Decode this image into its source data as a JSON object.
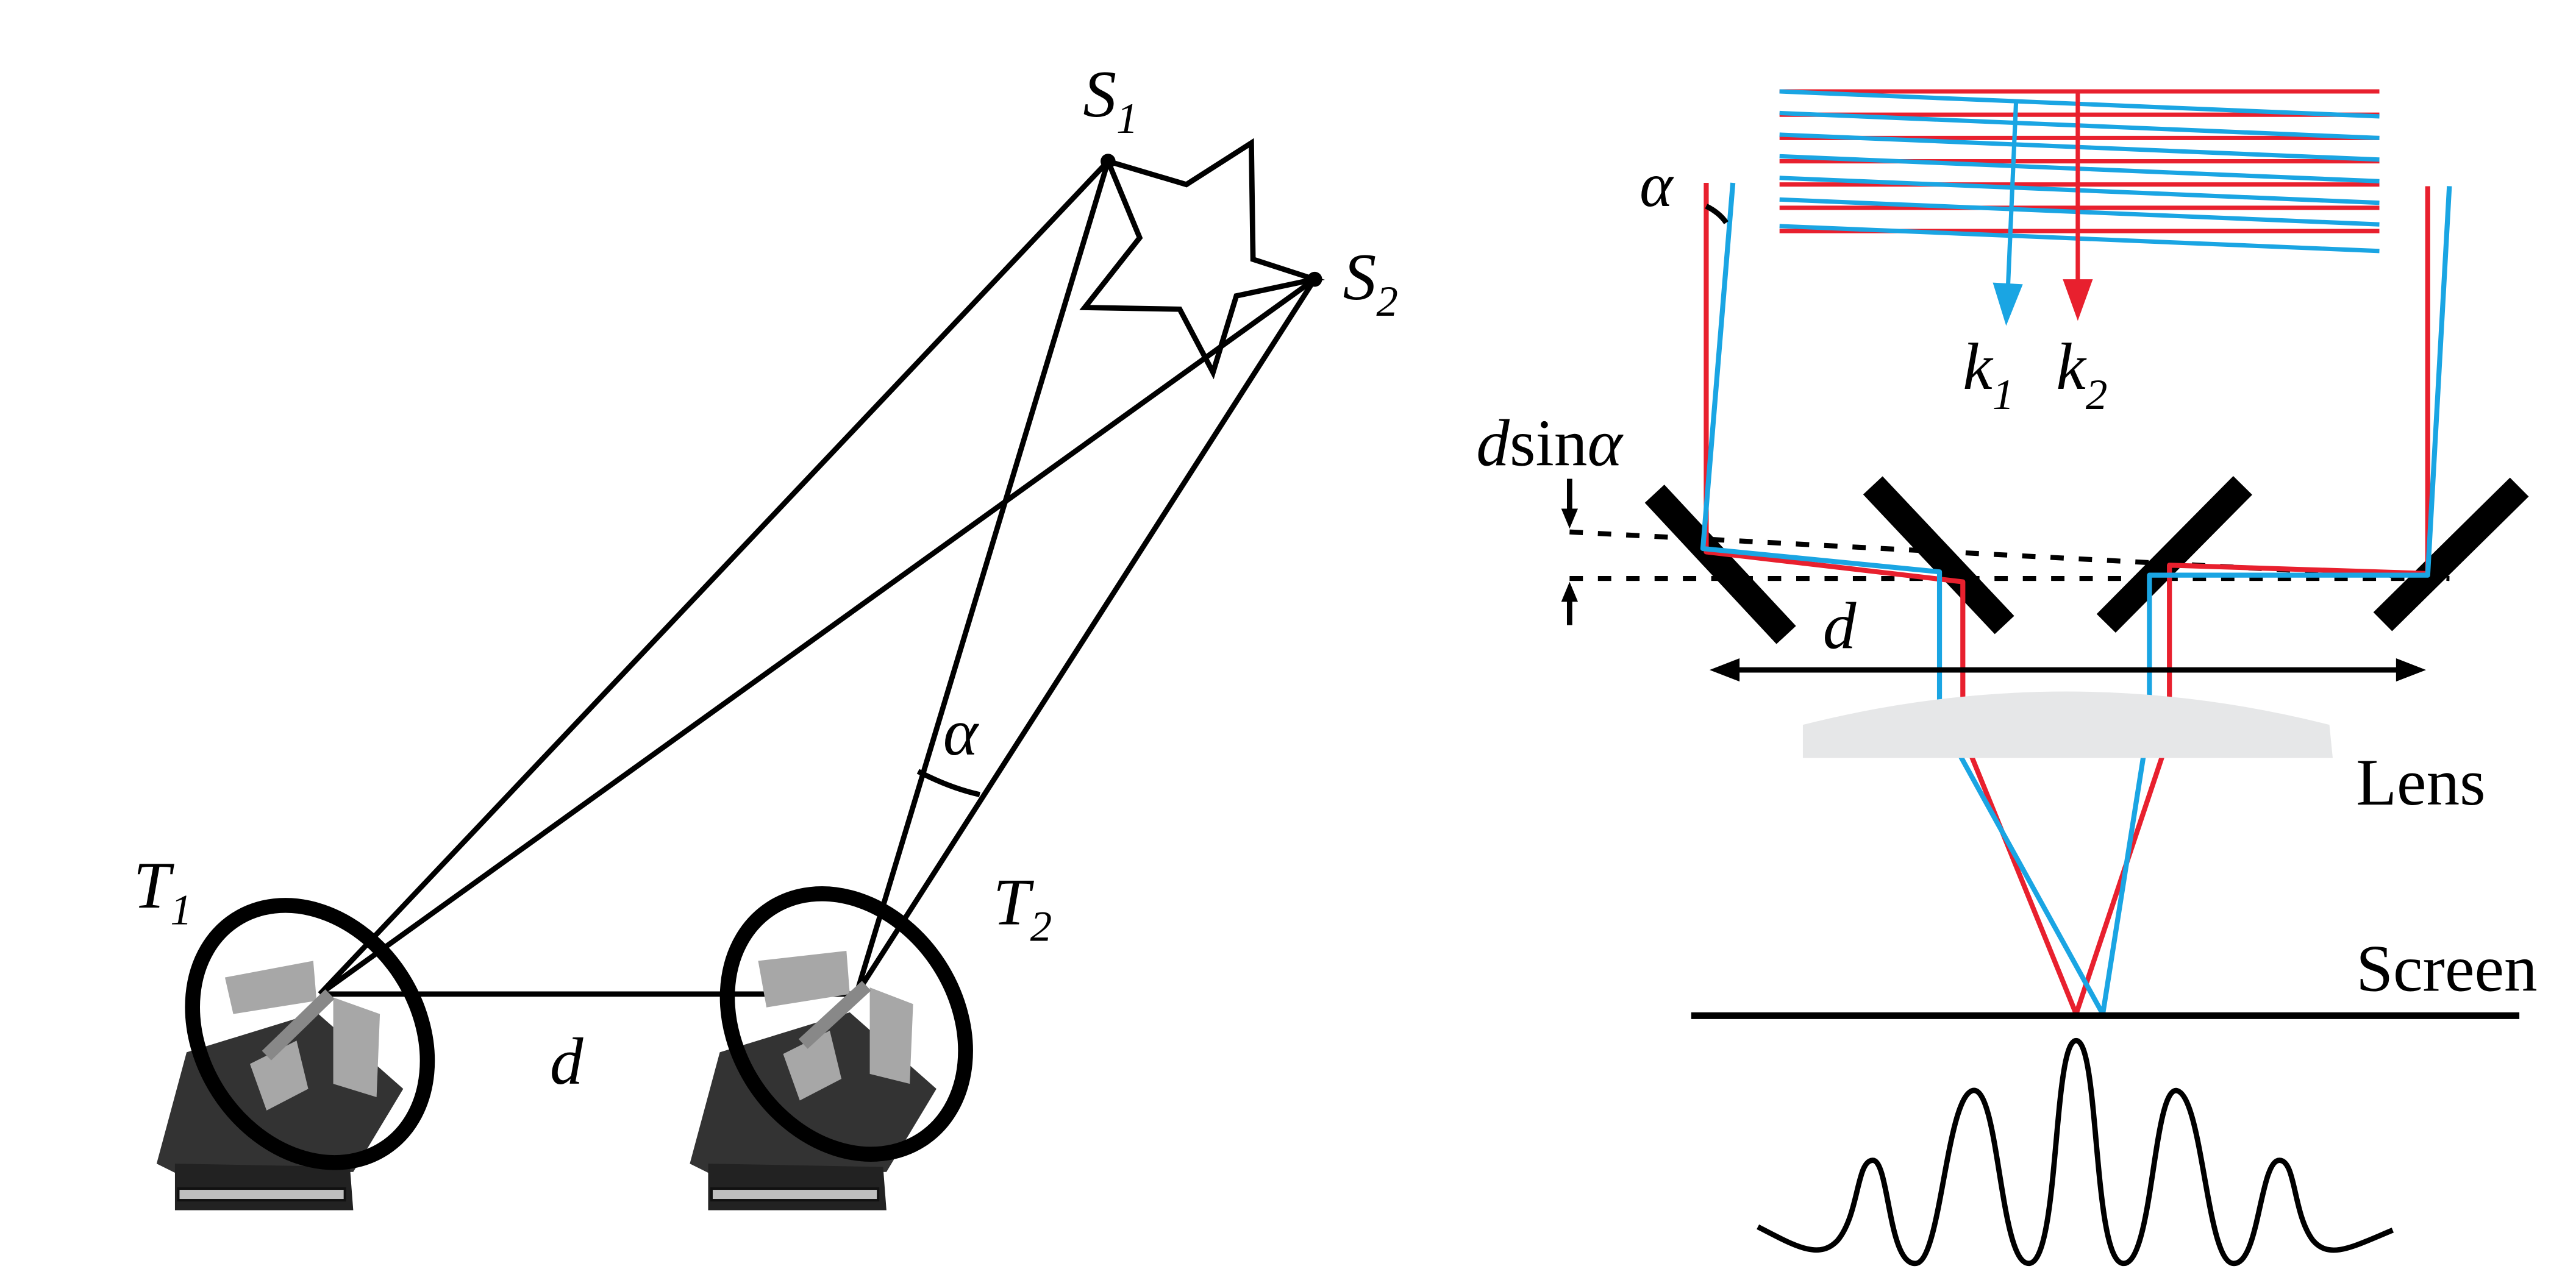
{
  "labels": {
    "S": "S",
    "S1_sub": "1",
    "S2_sub": "2",
    "T": "T",
    "T1_sub": "1",
    "T2_sub": "2",
    "d": "d",
    "alpha": "α",
    "k": "k",
    "k1_sub": "1",
    "k2_sub": "2",
    "dsin_d": "d",
    "dsin_rest": "sin",
    "lens": "Lens",
    "screen": "Screen"
  },
  "colors": {
    "beam_1": "#1aa5e3",
    "beam_2": "#e8202e",
    "ink": "#000000",
    "lens_fill": "#e6e7e8",
    "telescope_body": "#333333",
    "dish_panel": "#a7a7a7"
  },
  "icons": {
    "telescope_1": "radio-telescope-icon",
    "telescope_2": "radio-telescope-icon",
    "star": "star-icon"
  }
}
